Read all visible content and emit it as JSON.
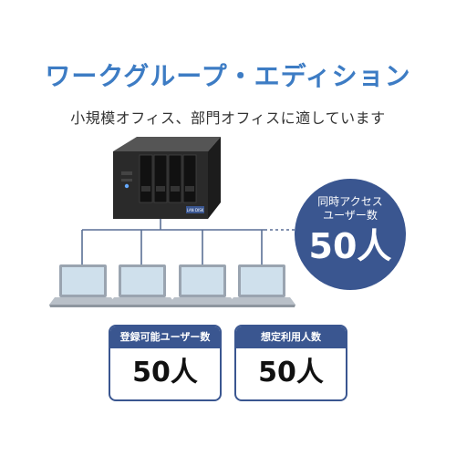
{
  "headline": "ワークグループ・エディション",
  "subheadline": "小規模オフィス、部門オフィスに適しています",
  "concurrent_bubble": {
    "label": "同時アクセス\nユーザー数",
    "value": "50人"
  },
  "cards": [
    {
      "label": "登録可能ユーザー数",
      "value": "50人"
    },
    {
      "label": "想定利用人数",
      "value": "50人"
    }
  ],
  "device_badge": "LAN DISK",
  "laptop_count": 4,
  "colors": {
    "headline": "#3d7cc4",
    "navy": "#3a5690",
    "device": "#2a2a2a",
    "line": "#5a6f95"
  }
}
